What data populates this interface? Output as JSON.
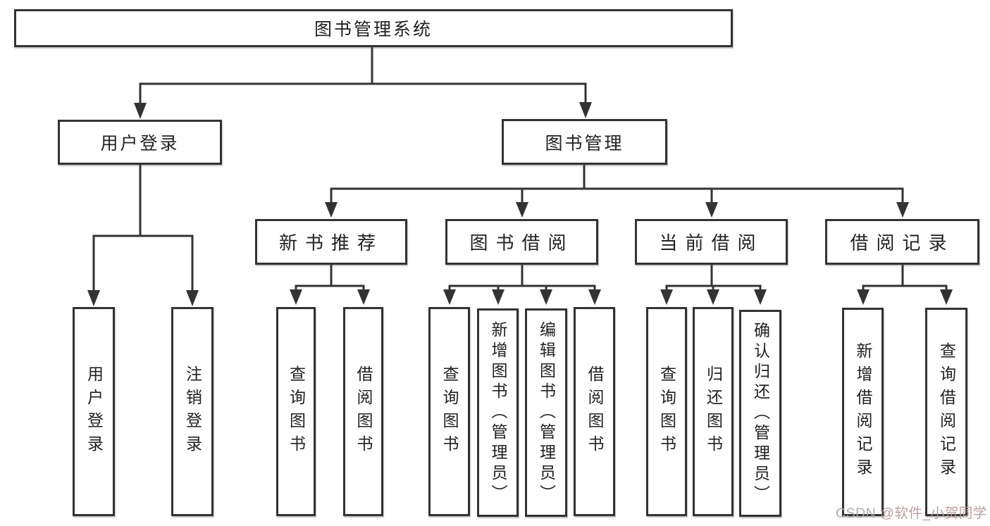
{
  "tree": {
    "root": {
      "label": "图书管理系统"
    },
    "login": {
      "label": "用户登录",
      "children": [
        {
          "label": "用户登录"
        },
        {
          "label": "注销登录"
        }
      ]
    },
    "mgmt": {
      "label": "图书管理",
      "children": [
        {
          "label": "新书推荐",
          "children": [
            {
              "label": "查询图书"
            },
            {
              "label": "借阅图书"
            }
          ]
        },
        {
          "label": "图书借阅",
          "children": [
            {
              "label": "查询图书"
            },
            {
              "label": "新增图书（管理员）"
            },
            {
              "label": "编辑图书（管理员）"
            },
            {
              "label": "借阅图书"
            }
          ]
        },
        {
          "label": "当前借阅",
          "children": [
            {
              "label": "查询图书"
            },
            {
              "label": "归还图书"
            },
            {
              "label": "确认归还（管理员）"
            }
          ]
        },
        {
          "label": "借阅记录",
          "children": [
            {
              "label": "新增借阅记录"
            },
            {
              "label": "查询借阅记录"
            }
          ]
        }
      ]
    }
  },
  "watermark": {
    "prefix": "CSDN ",
    "handle": "@软件_小贺同学"
  },
  "colors": {
    "line": "#333333",
    "box_border": "#333333",
    "text": "#222222",
    "background": "#ffffff"
  }
}
